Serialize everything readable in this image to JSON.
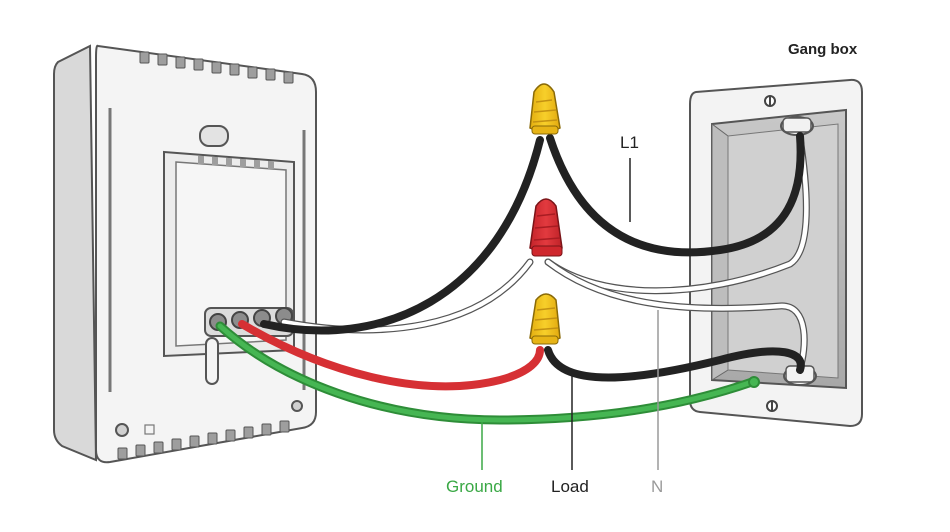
{
  "labels": {
    "gang_box": "Gang box",
    "l1": "L1",
    "ground": "Ground",
    "load": "Load",
    "n": "N"
  },
  "colors": {
    "ground": "#3aa845",
    "load": "#1e1e1e",
    "n": "#9a9a9a",
    "l1": "#1e1e1e",
    "red_wire": "#d63034",
    "black_wire": "#232323",
    "white_wire": "#ffffff",
    "yellow_nut": "#f2c21a",
    "red_nut": "#d82a30"
  }
}
